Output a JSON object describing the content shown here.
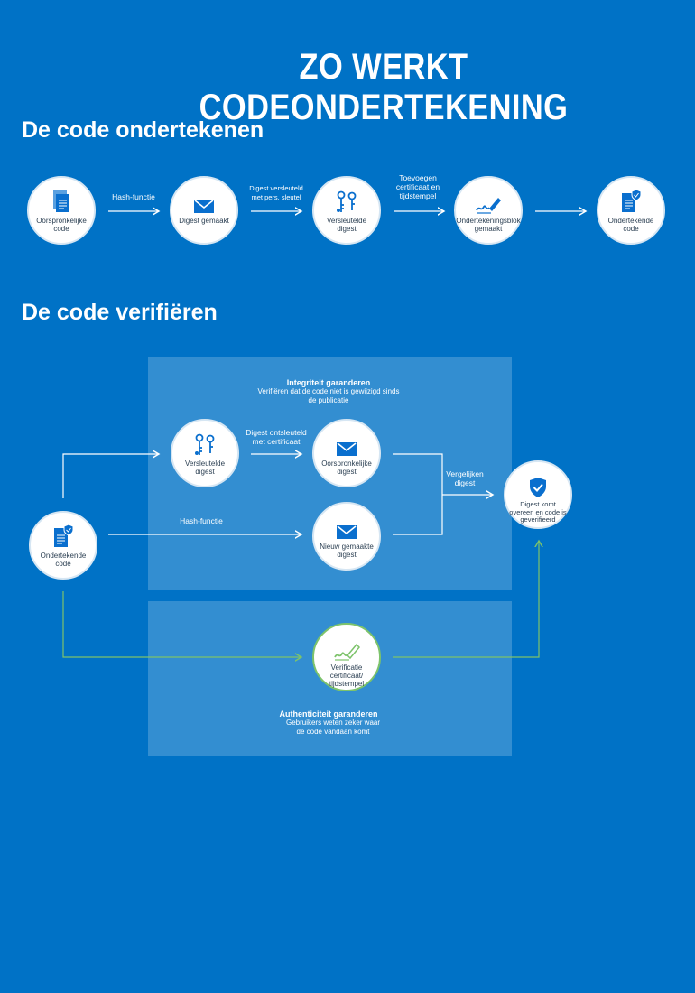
{
  "title": "ZO WERKT CODEONDERTEKENING",
  "sections": {
    "sign": "De code ondertekenen",
    "verify": "De code verifiëren"
  },
  "sign_flow": {
    "nodes": [
      {
        "label": "Oorspronkelijke code",
        "icon": "document-icon"
      },
      {
        "label": "Digest gemaakt",
        "icon": "envelope-icon"
      },
      {
        "label": "Versleutelde digest",
        "icon": "keys-icon"
      },
      {
        "label": "Ondertekeningsblok gemaakt",
        "icon": "signature-icon"
      },
      {
        "label": "Ondertekende code",
        "icon": "shield-document-icon"
      }
    ],
    "edges": [
      "Hash-functie",
      "Digest versleuteld met pers. sleutel",
      "Toevoegen certificaat en tijdstempel",
      ""
    ]
  },
  "verify_flow": {
    "integrity_panel": {
      "title": "Integriteit garanderen",
      "subtitle": "Verifiëren dat de code niet is gewijzigd sinds de publicatie"
    },
    "authenticity_panel": {
      "title": "Authenticiteit garanderen",
      "subtitle": "Gebruikers weten zeker waar de code vandaan komt"
    },
    "nodes": {
      "signed_code": {
        "label": "Ondertekende code",
        "icon": "shield-document-icon"
      },
      "encrypted_digest": {
        "label": "Versleutelde digest",
        "icon": "keys-icon"
      },
      "original_digest": {
        "label": "Oorspronkelijke digest",
        "icon": "envelope-icon"
      },
      "new_digest": {
        "label": "Nieuw gemaakte digest",
        "icon": "envelope-icon"
      },
      "verify_cert": {
        "label": "Verificatie certificaat/ tijdstempel",
        "icon": "signature-icon"
      },
      "result": {
        "label": "Digest komt overeen en code is geverifieerd",
        "icon": "shield-check-icon"
      }
    },
    "edge_labels": {
      "decrypt": "Digest ontsleuteld met certificaat",
      "hash": "Hash-functie",
      "compare": "Vergelijken digest"
    }
  },
  "colors": {
    "background": "#0072c6",
    "icon": "#0a6fce",
    "green": "#7dc36b",
    "node_text": "#2b3f52"
  }
}
